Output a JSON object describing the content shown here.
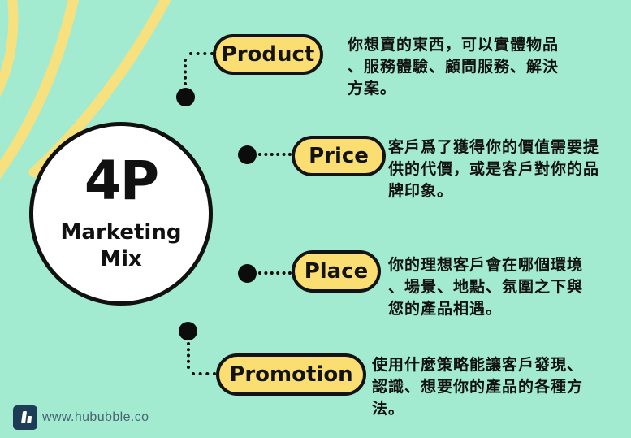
{
  "center_badge": {
    "title": "4P",
    "subtitle": "Marketing\nMix"
  },
  "items": [
    {
      "label": "Product",
      "description": "你想賣的東西，可以實體物品\n、服務體驗、顧問服務、解決\n方案。"
    },
    {
      "label": "Price",
      "description": "客戶爲了獲得你的價值需要提\n供的代價，或是客戶對你的品\n牌印象。"
    },
    {
      "label": "Place",
      "description": "你的理想客戶會在哪個環境\n、場景、地點、氛圍之下與\n您的產品相遇。"
    },
    {
      "label": "Promotion",
      "description": "使用什麼策略能讓客戶發現、\n認識、想要你的產品的各種方\n法。"
    }
  ],
  "footer": {
    "website": "www.hububble.co"
  },
  "colors": {
    "background": "#a2ebd1",
    "pill_fill": "#fade72",
    "arc_yellow": "#f7e17e",
    "ink": "#121212",
    "logo_navy": "#1d3c55",
    "footer_text": "#4b6372"
  },
  "icons": {
    "logo": "hububble-logo"
  }
}
